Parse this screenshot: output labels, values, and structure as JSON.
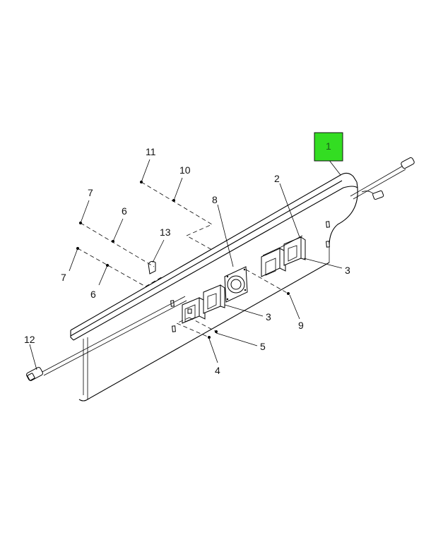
{
  "diagram": {
    "highlight_color": "#33dd22",
    "highlighted_callout": "1",
    "callouts": [
      {
        "id": "c1",
        "text": "1"
      },
      {
        "id": "c2",
        "text": "2"
      },
      {
        "id": "c3a",
        "text": "3"
      },
      {
        "id": "c3b",
        "text": "3"
      },
      {
        "id": "c4",
        "text": "4"
      },
      {
        "id": "c5",
        "text": "5"
      },
      {
        "id": "c6a",
        "text": "6"
      },
      {
        "id": "c6b",
        "text": "6"
      },
      {
        "id": "c7a",
        "text": "7"
      },
      {
        "id": "c7b",
        "text": "7"
      },
      {
        "id": "c8",
        "text": "8"
      },
      {
        "id": "c9",
        "text": "9"
      },
      {
        "id": "c10",
        "text": "10"
      },
      {
        "id": "c11",
        "text": "11"
      },
      {
        "id": "c12",
        "text": "12"
      },
      {
        "id": "c13",
        "text": "13"
      }
    ]
  }
}
